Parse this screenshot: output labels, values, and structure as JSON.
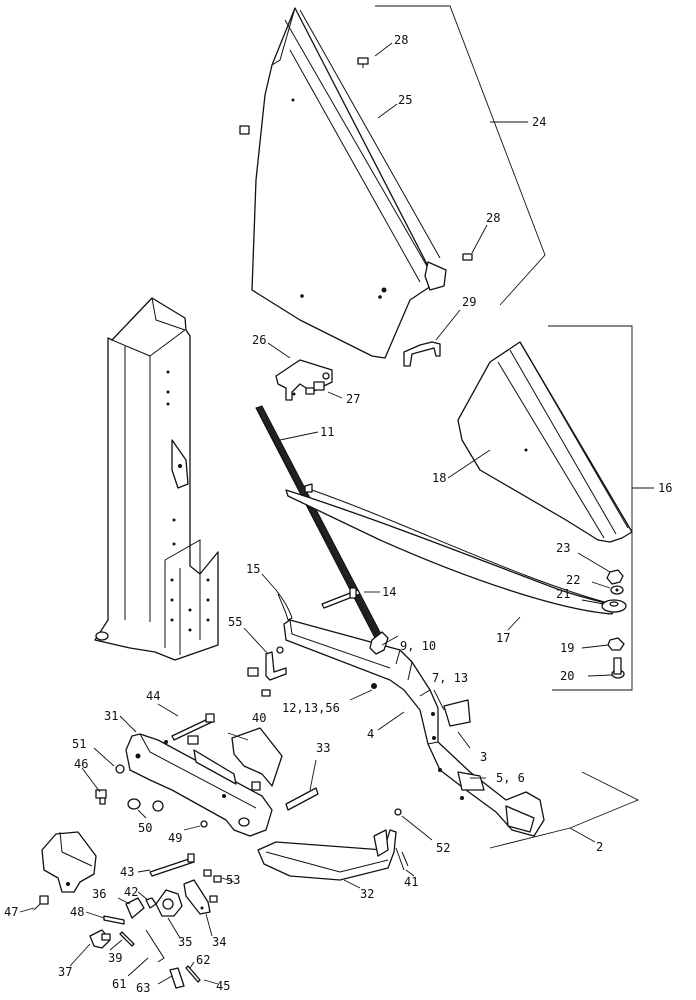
{
  "callouts": {
    "c2": "2",
    "c3": "3",
    "c4": "4",
    "c5_6": "5, 6",
    "c7_13": "7, 13",
    "c9_10": "9, 10",
    "c11": "11",
    "c12_13_56": "12,13,56",
    "c14": "14",
    "c15": "15",
    "c16": "16",
    "c17": "17",
    "c18": "18",
    "c19": "19",
    "c20": "20",
    "c21": "21",
    "c22": "22",
    "c23": "23",
    "c24": "24",
    "c25": "25",
    "c26": "26",
    "c27": "27",
    "c28a": "28",
    "c28b": "28",
    "c29": "29",
    "c31": "31",
    "c32": "32",
    "c33": "33",
    "c34": "34",
    "c35": "35",
    "c36": "36",
    "c37": "37",
    "c39": "39",
    "c40": "40",
    "c41": "41",
    "c42": "42",
    "c43": "43",
    "c44": "44",
    "c45": "45",
    "c46": "46",
    "c47": "47",
    "c48": "48",
    "c49": "49",
    "c50": "50",
    "c51": "51",
    "c52": "52",
    "c53": "53",
    "c55": "55",
    "c61": "61",
    "c62": "62",
    "c63": "63"
  },
  "colors": {
    "line": "#111111",
    "background": "#ffffff"
  }
}
